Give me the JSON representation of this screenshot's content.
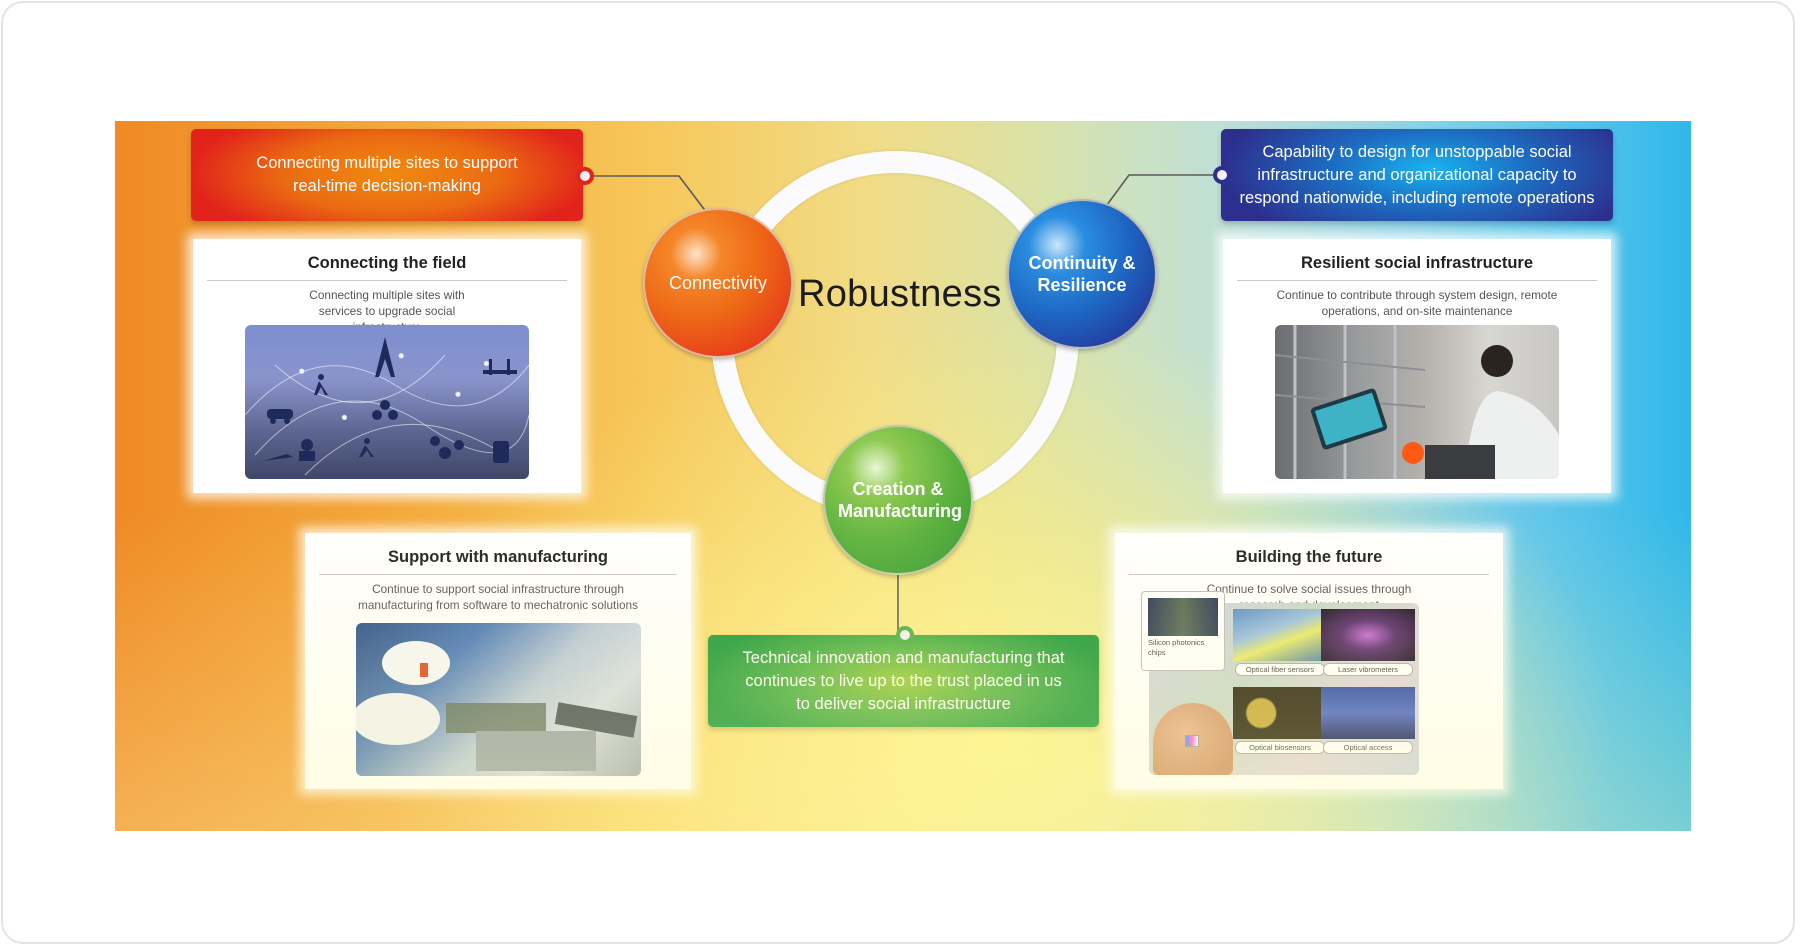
{
  "center_label": "Robustness",
  "pillars": {
    "connectivity": {
      "label": "Connectivity",
      "callout": "Connecting multiple sites to support real-time decision-making",
      "color": "#e8421c"
    },
    "continuity": {
      "label": "Continuity & Resilience",
      "callout": "Capability to design for unstoppable social infrastructure and organizational capacity to respond nationwide, including remote operations",
      "color": "#1e5db8"
    },
    "creation": {
      "label": "Creation & Manufacturing",
      "callout": "Technical innovation and manufacturing that continues to live up to the trust placed in us to deliver social infrastructure",
      "color": "#4fae45"
    }
  },
  "cards": {
    "field": {
      "title": "Connecting the field",
      "description": "Connecting multiple sites with services to upgrade social infrastructure",
      "image": "smart-city-network-illustration"
    },
    "resilient": {
      "title": "Resilient social infrastructure",
      "description": "Continue to contribute through system design, remote operations, and on-site maintenance",
      "image": "warehouse-remote-operations-photo"
    },
    "manufacturing": {
      "title": "Support with manufacturing",
      "description": "Continue to support social infrastructure through manufacturing from software to mechatronic solutions",
      "image": "electronics-assembly-photo"
    },
    "future": {
      "title": "Building the future",
      "description": "Continue to solve social issues through research and development",
      "bubble_label": "Silicon photonics chips",
      "tiles": [
        "Optical fiber sensors",
        "Laser vibrometers",
        "Optical biosensors",
        "Optical access"
      ]
    }
  }
}
